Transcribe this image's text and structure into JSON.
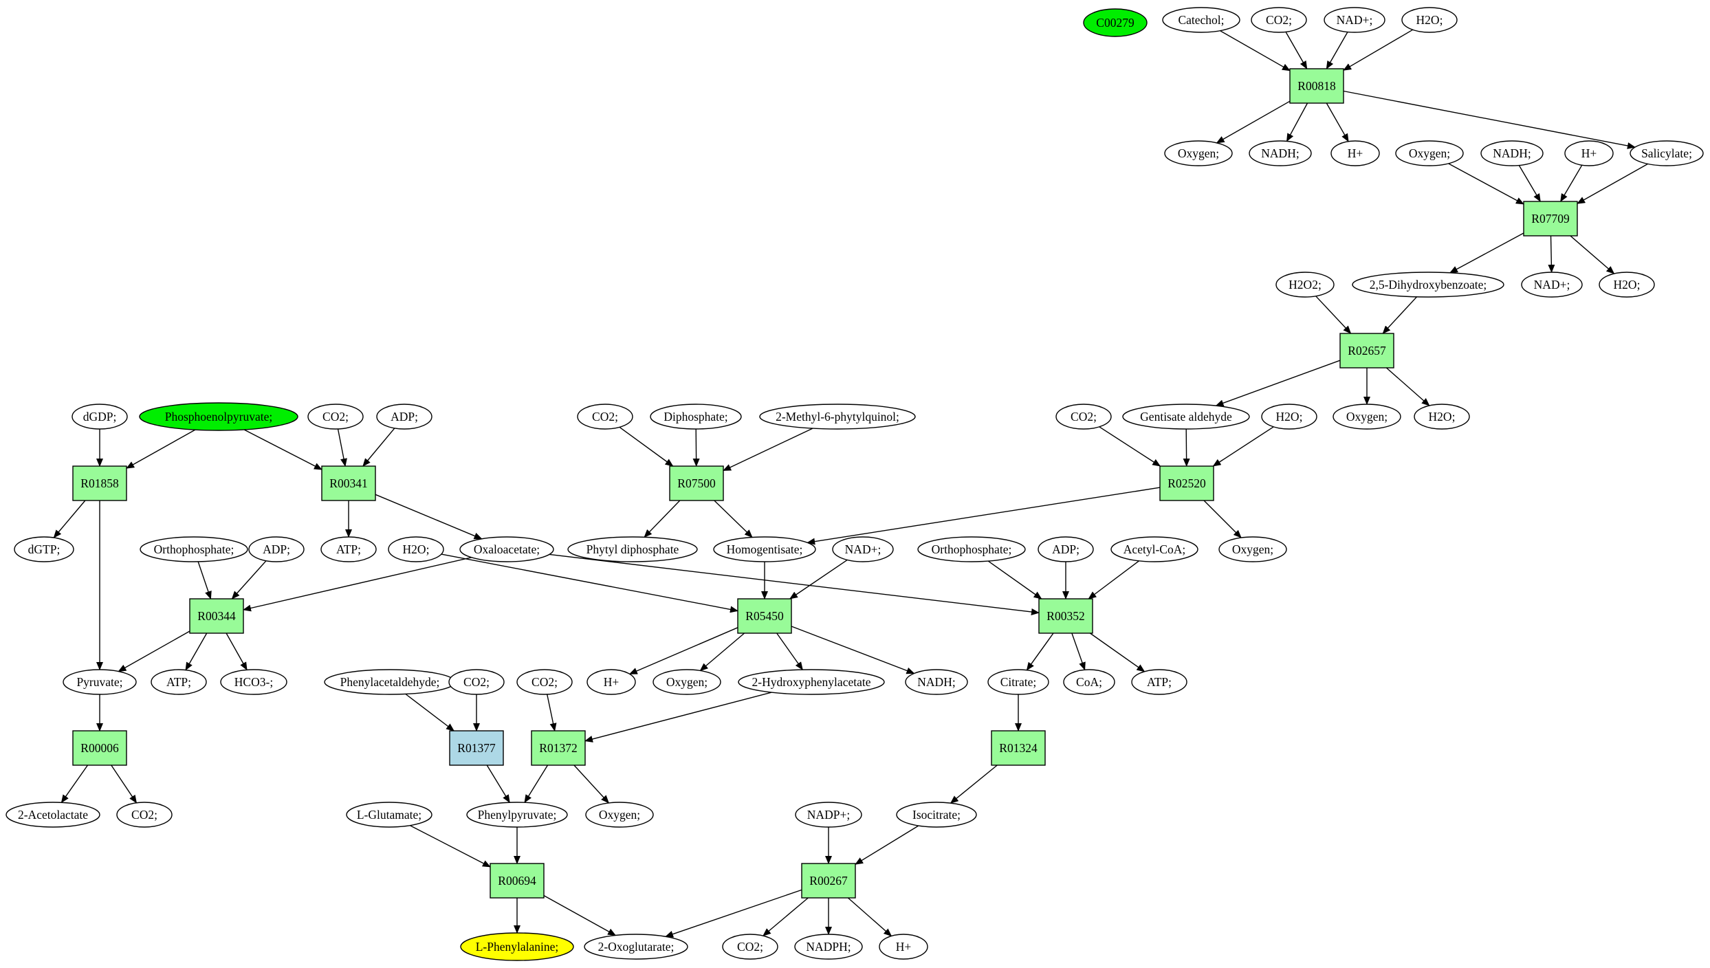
{
  "colors": {
    "reaction": "#98fb98",
    "reaction_highlight": "#add8e6",
    "compound_default": "#ffffff",
    "compound_source": "#00ee00",
    "compound_target": "#ffff00",
    "stroke": "#000000"
  },
  "nodes": [
    {
      "id": "C00279",
      "label": "C00279",
      "kind": "compound",
      "fill": "source"
    },
    {
      "id": "cat",
      "label": "Catechol;",
      "kind": "compound"
    },
    {
      "id": "co2a",
      "label": "CO2;",
      "kind": "compound"
    },
    {
      "id": "nadpA",
      "label": "NAD+;",
      "kind": "compound"
    },
    {
      "id": "h2oA",
      "label": "H2O;",
      "kind": "compound"
    },
    {
      "id": "R00818",
      "label": "R00818",
      "kind": "reaction"
    },
    {
      "id": "oxyA",
      "label": "Oxygen;",
      "kind": "compound"
    },
    {
      "id": "nadhA",
      "label": "NADH;",
      "kind": "compound"
    },
    {
      "id": "hA",
      "label": "H+",
      "kind": "compound"
    },
    {
      "id": "oxyB",
      "label": "Oxygen;",
      "kind": "compound"
    },
    {
      "id": "nadhB",
      "label": "NADH;",
      "kind": "compound"
    },
    {
      "id": "hB",
      "label": "H+",
      "kind": "compound"
    },
    {
      "id": "sal",
      "label": "Salicylate;",
      "kind": "compound"
    },
    {
      "id": "R07709",
      "label": "R07709",
      "kind": "reaction"
    },
    {
      "id": "h2o2",
      "label": "H2O2;",
      "kind": "compound"
    },
    {
      "id": "dhb",
      "label": "2,5-Dihydroxybenzoate;",
      "kind": "compound"
    },
    {
      "id": "nadpB",
      "label": "NAD+;",
      "kind": "compound"
    },
    {
      "id": "h2oB",
      "label": "H2O;",
      "kind": "compound"
    },
    {
      "id": "R02657",
      "label": "R02657",
      "kind": "reaction"
    },
    {
      "id": "oxyC",
      "label": "Oxygen;",
      "kind": "compound"
    },
    {
      "id": "h2oC",
      "label": "H2O;",
      "kind": "compound"
    },
    {
      "id": "dgdp",
      "label": "dGDP;",
      "kind": "compound"
    },
    {
      "id": "pep",
      "label": "Phosphoenolpyruvate;",
      "kind": "compound",
      "fill": "source"
    },
    {
      "id": "co2b",
      "label": "CO2;",
      "kind": "compound"
    },
    {
      "id": "adpA",
      "label": "ADP;",
      "kind": "compound"
    },
    {
      "id": "co2c",
      "label": "CO2;",
      "kind": "compound"
    },
    {
      "id": "dipho",
      "label": "Diphosphate;",
      "kind": "compound"
    },
    {
      "id": "mpq",
      "label": "2-Methyl-6-phytylquinol;",
      "kind": "compound"
    },
    {
      "id": "co2d",
      "label": "CO2;",
      "kind": "compound"
    },
    {
      "id": "gald",
      "label": "Gentisate aldehyde",
      "kind": "compound"
    },
    {
      "id": "h2oD",
      "label": "H2O;",
      "kind": "compound"
    },
    {
      "id": "R01858",
      "label": "R01858",
      "kind": "reaction"
    },
    {
      "id": "R00341",
      "label": "R00341",
      "kind": "reaction"
    },
    {
      "id": "R07500",
      "label": "R07500",
      "kind": "reaction"
    },
    {
      "id": "R02520",
      "label": "R02520",
      "kind": "reaction"
    },
    {
      "id": "dgtp",
      "label": "dGTP;",
      "kind": "compound"
    },
    {
      "id": "orthoA",
      "label": "Orthophosphate;",
      "kind": "compound"
    },
    {
      "id": "adpB",
      "label": "ADP;",
      "kind": "compound"
    },
    {
      "id": "atpA",
      "label": "ATP;",
      "kind": "compound"
    },
    {
      "id": "h2oE",
      "label": "H2O;",
      "kind": "compound"
    },
    {
      "id": "oxal",
      "label": "Oxaloacetate;",
      "kind": "compound"
    },
    {
      "id": "phytyl",
      "label": "Phytyl diphosphate",
      "kind": "compound"
    },
    {
      "id": "homog",
      "label": "Homogentisate;",
      "kind": "compound"
    },
    {
      "id": "nadpC",
      "label": "NAD+;",
      "kind": "compound"
    },
    {
      "id": "orthoB",
      "label": "Orthophosphate;",
      "kind": "compound"
    },
    {
      "id": "adpC",
      "label": "ADP;",
      "kind": "compound"
    },
    {
      "id": "acoa",
      "label": "Acetyl-CoA;",
      "kind": "compound"
    },
    {
      "id": "oxyD",
      "label": "Oxygen;",
      "kind": "compound"
    },
    {
      "id": "R00344",
      "label": "R00344",
      "kind": "reaction"
    },
    {
      "id": "R05450",
      "label": "R05450",
      "kind": "reaction"
    },
    {
      "id": "R00352",
      "label": "R00352",
      "kind": "reaction"
    },
    {
      "id": "pyr",
      "label": "Pyruvate;",
      "kind": "compound"
    },
    {
      "id": "atpB",
      "label": "ATP;",
      "kind": "compound"
    },
    {
      "id": "hco3",
      "label": "HCO3-;",
      "kind": "compound"
    },
    {
      "id": "phacet",
      "label": "Phenylacetaldehyde;",
      "kind": "compound"
    },
    {
      "id": "co2e",
      "label": "CO2;",
      "kind": "compound"
    },
    {
      "id": "co2f",
      "label": "CO2;",
      "kind": "compound"
    },
    {
      "id": "hC",
      "label": "H+",
      "kind": "compound"
    },
    {
      "id": "oxyE",
      "label": "Oxygen;",
      "kind": "compound"
    },
    {
      "id": "hpa",
      "label": "2-Hydroxyphenylacetate",
      "kind": "compound"
    },
    {
      "id": "nadhC",
      "label": "NADH;",
      "kind": "compound"
    },
    {
      "id": "cit",
      "label": "Citrate;",
      "kind": "compound"
    },
    {
      "id": "coa",
      "label": "CoA;",
      "kind": "compound"
    },
    {
      "id": "atpC",
      "label": "ATP;",
      "kind": "compound"
    },
    {
      "id": "R00006",
      "label": "R00006",
      "kind": "reaction"
    },
    {
      "id": "R01377",
      "label": "R01377",
      "kind": "reaction",
      "fill": "highlight"
    },
    {
      "id": "R01372",
      "label": "R01372",
      "kind": "reaction"
    },
    {
      "id": "R01324",
      "label": "R01324",
      "kind": "reaction"
    },
    {
      "id": "acl",
      "label": "2-Acetolactate",
      "kind": "compound"
    },
    {
      "id": "co2g",
      "label": "CO2;",
      "kind": "compound"
    },
    {
      "id": "lglu",
      "label": "L-Glutamate;",
      "kind": "compound"
    },
    {
      "id": "phpyr",
      "label": "Phenylpyruvate;",
      "kind": "compound"
    },
    {
      "id": "oxyF",
      "label": "Oxygen;",
      "kind": "compound"
    },
    {
      "id": "nadpp",
      "label": "NADP+;",
      "kind": "compound"
    },
    {
      "id": "isocit",
      "label": "Isocitrate;",
      "kind": "compound"
    },
    {
      "id": "R00694",
      "label": "R00694",
      "kind": "reaction"
    },
    {
      "id": "R00267",
      "label": "R00267",
      "kind": "reaction"
    },
    {
      "id": "lphe",
      "label": "L-Phenylalanine;",
      "kind": "compound",
      "fill": "target"
    },
    {
      "id": "oxog",
      "label": "2-Oxoglutarate;",
      "kind": "compound"
    },
    {
      "id": "co2h",
      "label": "CO2;",
      "kind": "compound"
    },
    {
      "id": "nadph",
      "label": "NADPH;",
      "kind": "compound"
    },
    {
      "id": "hD",
      "label": "H+",
      "kind": "compound"
    }
  ],
  "edges": [
    [
      "cat",
      "R00818"
    ],
    [
      "co2a",
      "R00818"
    ],
    [
      "nadpA",
      "R00818"
    ],
    [
      "h2oA",
      "R00818"
    ],
    [
      "R00818",
      "oxyA"
    ],
    [
      "R00818",
      "nadhA"
    ],
    [
      "R00818",
      "hA"
    ],
    [
      "R00818",
      "sal"
    ],
    [
      "oxyB",
      "R07709"
    ],
    [
      "nadhB",
      "R07709"
    ],
    [
      "hB",
      "R07709"
    ],
    [
      "sal",
      "R07709"
    ],
    [
      "R07709",
      "dhb"
    ],
    [
      "R07709",
      "nadpB"
    ],
    [
      "R07709",
      "h2oB"
    ],
    [
      "h2o2",
      "R02657"
    ],
    [
      "dhb",
      "R02657"
    ],
    [
      "R02657",
      "gald"
    ],
    [
      "R02657",
      "oxyC"
    ],
    [
      "R02657",
      "h2oC"
    ],
    [
      "dgdp",
      "R01858"
    ],
    [
      "pep",
      "R01858"
    ],
    [
      "pep",
      "R00341"
    ],
    [
      "co2b",
      "R00341"
    ],
    [
      "adpA",
      "R00341"
    ],
    [
      "co2c",
      "R07500"
    ],
    [
      "dipho",
      "R07500"
    ],
    [
      "mpq",
      "R07500"
    ],
    [
      "co2d",
      "R02520"
    ],
    [
      "gald",
      "R02520"
    ],
    [
      "h2oD",
      "R02520"
    ],
    [
      "R01858",
      "dgtp"
    ],
    [
      "R01858",
      "pyr"
    ],
    [
      "R00341",
      "atpA"
    ],
    [
      "R00341",
      "oxal"
    ],
    [
      "R07500",
      "phytyl"
    ],
    [
      "R07500",
      "homog"
    ],
    [
      "R02520",
      "homog"
    ],
    [
      "R02520",
      "oxyD"
    ],
    [
      "orthoA",
      "R00344"
    ],
    [
      "adpB",
      "R00344"
    ],
    [
      "oxal",
      "R00344"
    ],
    [
      "h2oE",
      "R05450"
    ],
    [
      "homog",
      "R05450"
    ],
    [
      "nadpC",
      "R05450"
    ],
    [
      "oxal",
      "R00352"
    ],
    [
      "orthoB",
      "R00352"
    ],
    [
      "adpC",
      "R00352"
    ],
    [
      "acoa",
      "R00352"
    ],
    [
      "R00344",
      "pyr"
    ],
    [
      "R00344",
      "atpB"
    ],
    [
      "R00344",
      "hco3"
    ],
    [
      "R05450",
      "hC"
    ],
    [
      "R05450",
      "oxyE"
    ],
    [
      "R05450",
      "hpa"
    ],
    [
      "R05450",
      "nadhC"
    ],
    [
      "R00352",
      "cit"
    ],
    [
      "R00352",
      "coa"
    ],
    [
      "R00352",
      "atpC"
    ],
    [
      "pyr",
      "R00006"
    ],
    [
      "phacet",
      "R01377"
    ],
    [
      "co2e",
      "R01377"
    ],
    [
      "co2f",
      "R01372"
    ],
    [
      "hpa",
      "R01372"
    ],
    [
      "cit",
      "R01324"
    ],
    [
      "R00006",
      "acl"
    ],
    [
      "R00006",
      "co2g"
    ],
    [
      "R01377",
      "phpyr"
    ],
    [
      "R01372",
      "phpyr"
    ],
    [
      "R01372",
      "oxyF"
    ],
    [
      "R01324",
      "isocit"
    ],
    [
      "lglu",
      "R00694"
    ],
    [
      "phpyr",
      "R00694"
    ],
    [
      "nadpp",
      "R00267"
    ],
    [
      "isocit",
      "R00267"
    ],
    [
      "R00694",
      "lphe"
    ],
    [
      "R00694",
      "oxog"
    ],
    [
      "R00267",
      "oxog"
    ],
    [
      "R00267",
      "co2h"
    ],
    [
      "R00267",
      "nadph"
    ],
    [
      "R00267",
      "hD"
    ]
  ]
}
